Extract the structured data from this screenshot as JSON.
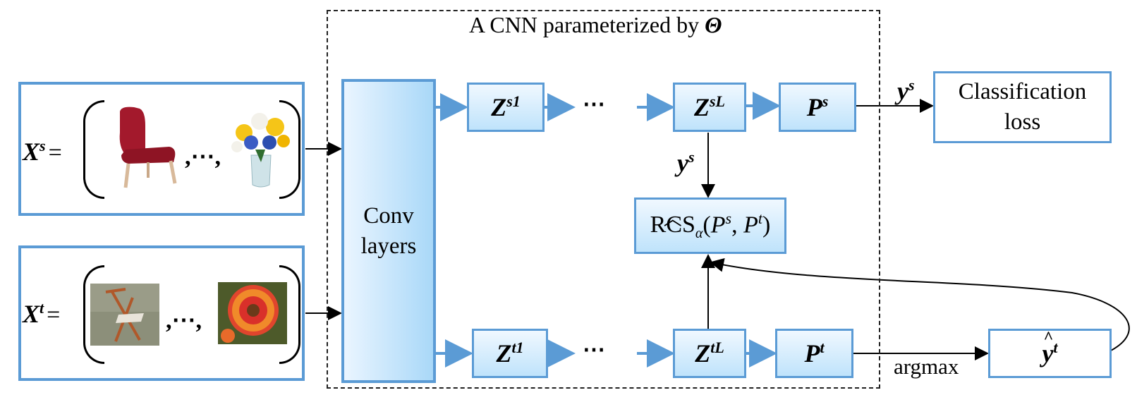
{
  "frame_title_prefix": "A CNN parameterized by ",
  "frame_title_symbol": "Θ",
  "source_input": {
    "symbol": "X",
    "sup": "s",
    "eq": "=",
    "ellipsis": ",⋯,"
  },
  "target_input": {
    "symbol": "X",
    "sup": "t",
    "eq": "=",
    "ellipsis": ",⋯,"
  },
  "conv_line1": "Conv",
  "conv_line2": "layers",
  "zs1": {
    "symbol": "Z",
    "sup": "s1"
  },
  "zsL": {
    "symbol": "Z",
    "sup": "sL"
  },
  "ps": {
    "symbol": "P",
    "sup": "s"
  },
  "zt1": {
    "symbol": "Z",
    "sup": "t1"
  },
  "ztL": {
    "symbol": "Z",
    "sup": "tL"
  },
  "pt": {
    "symbol": "P",
    "sup": "t"
  },
  "dots": "⋯",
  "ys_label": {
    "symbol": "y",
    "sup": "s"
  },
  "rcs": {
    "name": "RCS",
    "sub": "α",
    "open": "(",
    "p1": "P",
    "p1sup": "s",
    "comma": ", ",
    "p2": "P",
    "p2sup": "t",
    "close": ")"
  },
  "cls_line1": "Classification",
  "cls_line2": "loss",
  "argmax_label": "argmax",
  "yhat": {
    "symbol": "y",
    "sup": "t"
  },
  "colors": {
    "accent": "#5b9bd5",
    "box_fill": "#bfe3fb"
  }
}
